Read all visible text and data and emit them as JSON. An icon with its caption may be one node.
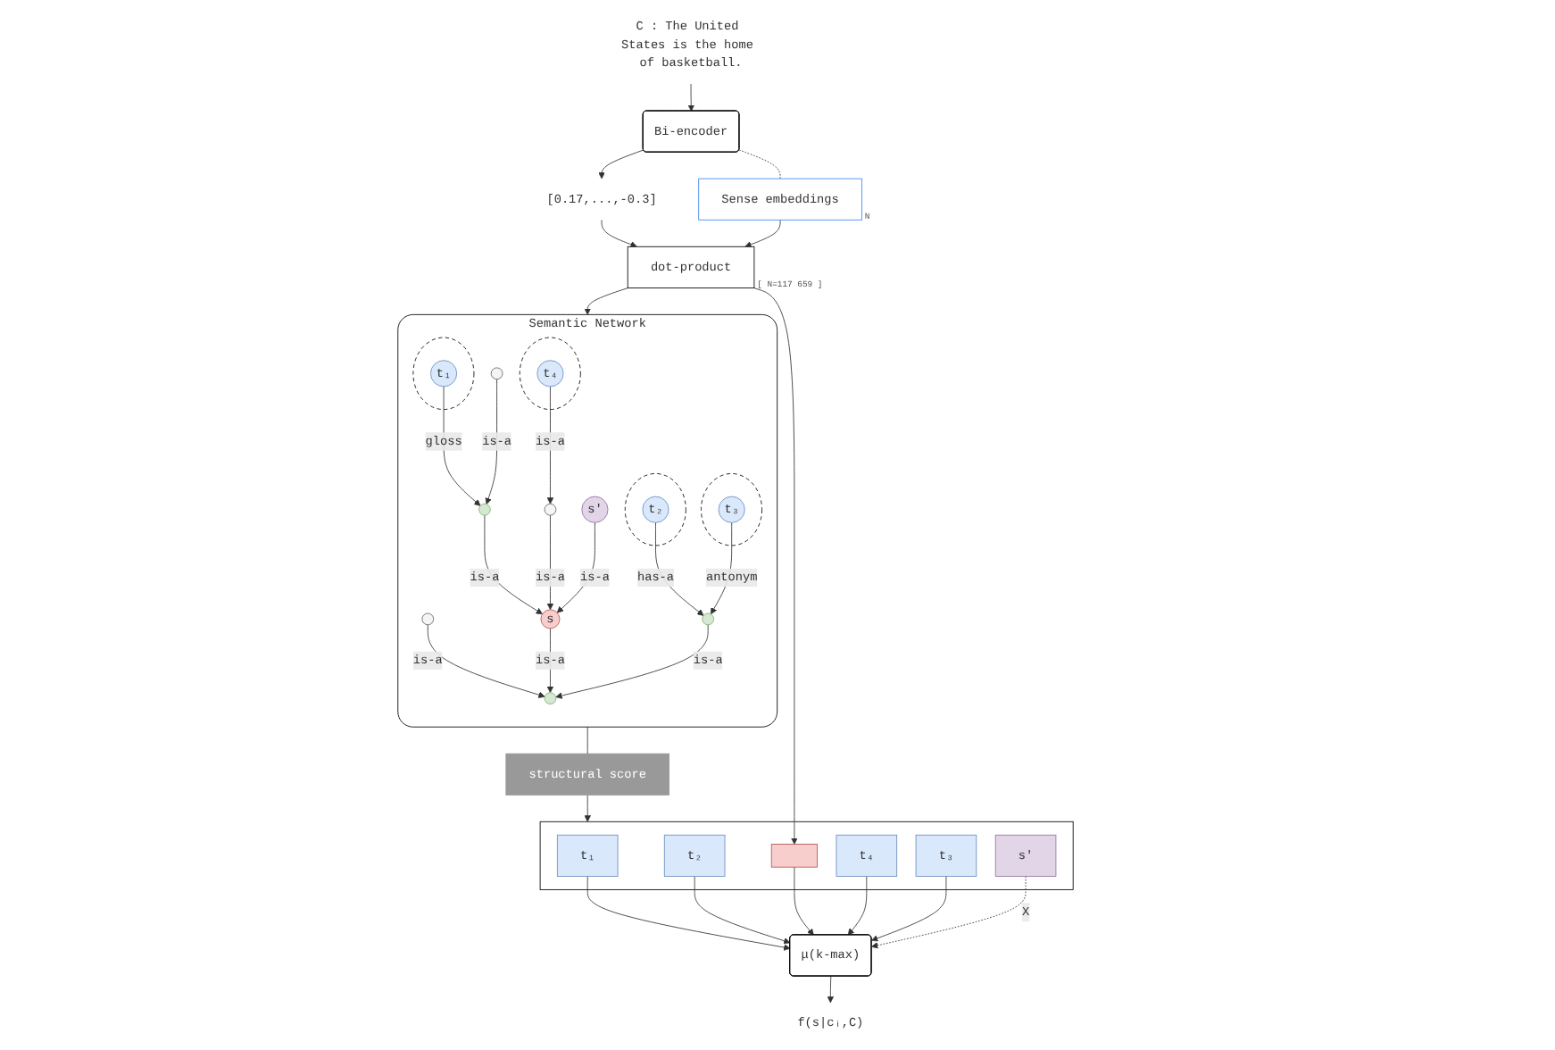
{
  "diagram": {
    "nodes": [
      {
        "text": [
          "C : The United States is the home of basketball."
        ]
      },
      {
        "text": [
          "Bi-encoder"
        ]
      },
      {
        "text": [
          "Sense embeddings"
        ],
        "beside": [
          "N"
        ]
      },
      {
        "text": [
          "[0.17,...,-0.3]"
        ]
      },
      {
        "text": [
          "dot-product"
        ],
        "beside": [
          "[ N=117 659 ]"
        ]
      },
      {
        "text": [],
        "shape": "bar"
      },
      {
        "text": [
          "t₁"
        ],
        "in": 5
      },
      {
        "text": [
          "t₂"
        ],
        "in": 5
      },
      {
        "text": [],
        "shape": "box",
        "in": 5
      },
      {
        "text": [
          "t₄"
        ],
        "in": 5
      },
      {
        "text": [
          "t₃"
        ],
        "in": 5
      },
      {
        "text": [
          "s′"
        ],
        "in": 5
      },
      {
        "text": [
          "μ(k-max)"
        ]
      },
      {
        "text": [
          "f(s|cᵢ,C)"
        ]
      },
      {
        "text": [
          "structural score"
        ]
      },
      {
        "text": [
          "Semantic Network"
        ]
      },
      {
        "text": [],
        "shape": "circle",
        "in": 15
      },
      {
        "text": [],
        "shape": "circle",
        "in": 15
      },
      {
        "text": [
          "s"
        ],
        "in": 15
      },
      {
        "text": [],
        "shape": "circle",
        "in": 15
      },
      {
        "text": [],
        "shape": "circle",
        "in": 15
      },
      {
        "text": [],
        "shape": "circle",
        "in": 15
      },
      {
        "text": [
          "s′"
        ],
        "in": 15
      },
      {
        "text": [],
        "shape": "circle",
        "in": 15
      },
      {
        "text": [
          "t₁"
        ],
        "in": 23
      },
      {
        "text": [],
        "shape": "circle",
        "in": 15
      },
      {
        "text": [],
        "shape": "circle",
        "in": 15
      },
      {
        "text": [
          "t₄"
        ],
        "in": 26
      },
      {
        "text": [],
        "shape": "circle",
        "in": 15
      },
      {
        "text": [
          "t₂"
        ],
        "in": 28
      },
      {
        "text": [],
        "shape": "circle",
        "in": 15
      },
      {
        "text": [
          "t₃"
        ],
        "in": 30
      }
    ],
    "edges": [
      {
        "from": 0,
        "to": 1,
        "arrow": "to"
      },
      {
        "from": 1,
        "to": 2,
        "arrow": "none",
        "style": "dashed"
      },
      {
        "from": 1,
        "to": 3,
        "arrow": "to"
      },
      {
        "from": 3,
        "to": 4,
        "arrow": "to"
      },
      {
        "from": 2,
        "to": 4,
        "arrow": "to"
      },
      {
        "from": 4,
        "to": 15,
        "arrow": "to"
      },
      {
        "from": 15,
        "to": 14,
        "arrow": "none"
      },
      {
        "from": 14,
        "to": 5,
        "arrow": "to"
      },
      {
        "from": 4,
        "to": 8,
        "arrow": "to"
      },
      {
        "from": 6,
        "to": 12,
        "arrow": "to"
      },
      {
        "from": 7,
        "to": 12,
        "arrow": "to"
      },
      {
        "from": 8,
        "to": 12,
        "arrow": "to"
      },
      {
        "from": 9,
        "to": 12,
        "arrow": "to"
      },
      {
        "from": 10,
        "to": 12,
        "arrow": "to"
      },
      {
        "from": 11,
        "to": 12,
        "arrow": "to",
        "style": "dashed",
        "label": "X"
      },
      {
        "from": 12,
        "to": 13,
        "arrow": "to"
      },
      {
        "from": 17,
        "to": 16,
        "arrow": "to",
        "label": "is-a"
      },
      {
        "from": 18,
        "to": 16,
        "arrow": "to",
        "label": "is-a"
      },
      {
        "from": 19,
        "to": 16,
        "arrow": "to",
        "label": "is-a"
      },
      {
        "from": 20,
        "to": 18,
        "arrow": "to",
        "label": "is-a"
      },
      {
        "from": 21,
        "to": 18,
        "arrow": "to",
        "label": "is-a"
      },
      {
        "from": 22,
        "to": 18,
        "arrow": "to",
        "label": "is-a"
      },
      {
        "from": 24,
        "to": 20,
        "arrow": "to",
        "label": "gloss"
      },
      {
        "from": 25,
        "to": 20,
        "arrow": "to",
        "label": "is-a"
      },
      {
        "from": 27,
        "to": 21,
        "arrow": "to",
        "label": "is-a"
      },
      {
        "from": 29,
        "to": 19,
        "arrow": "to",
        "label": "has-a"
      },
      {
        "from": 31,
        "to": 19,
        "arrow": "to",
        "label": "antonym"
      }
    ]
  }
}
